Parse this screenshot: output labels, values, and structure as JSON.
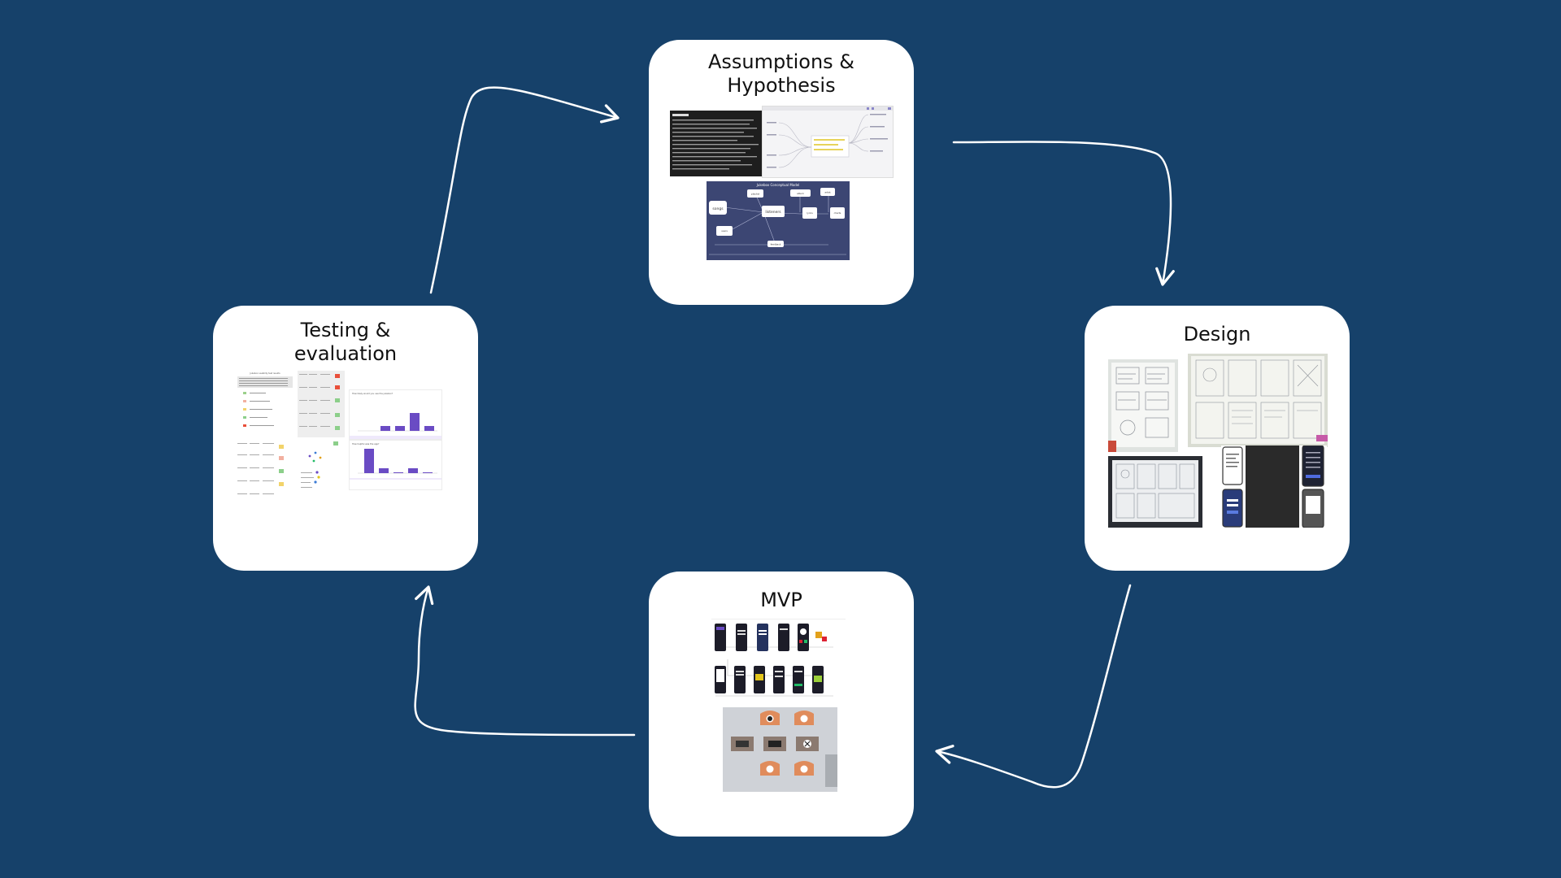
{
  "colors": {
    "background": "#16416a",
    "card": "#ffffff",
    "arrow": "#ffffff",
    "accent_purple": "#6a4bc4",
    "diagram_navy": "#3c4673"
  },
  "stages": [
    {
      "title": "Assumptions & Hypothesis"
    },
    {
      "title": "Design"
    },
    {
      "title": "MVP"
    },
    {
      "title": "Testing & evaluation"
    }
  ],
  "thumbnail_texts": {
    "model_title": "Jukebox Conceptual Model",
    "node_songs": "songs",
    "node_listeners": "listeners",
    "node_playlist": "playlist",
    "node_lyrics": "lyrics",
    "node_artist": "artist",
    "node_album": "album",
    "node_charts": "charts",
    "node_users": "users",
    "node_feedback": "feedback",
    "survey_title": "Jukebox usability test results",
    "chart_title_1": "How likely would you use the jukebox?",
    "chart_title_2": "How helpful was the app?"
  },
  "icons": [
    "arrow-assumptions-to-design",
    "arrow-design-to-mvp",
    "arrow-mvp-to-testing",
    "arrow-testing-to-assumptions"
  ]
}
